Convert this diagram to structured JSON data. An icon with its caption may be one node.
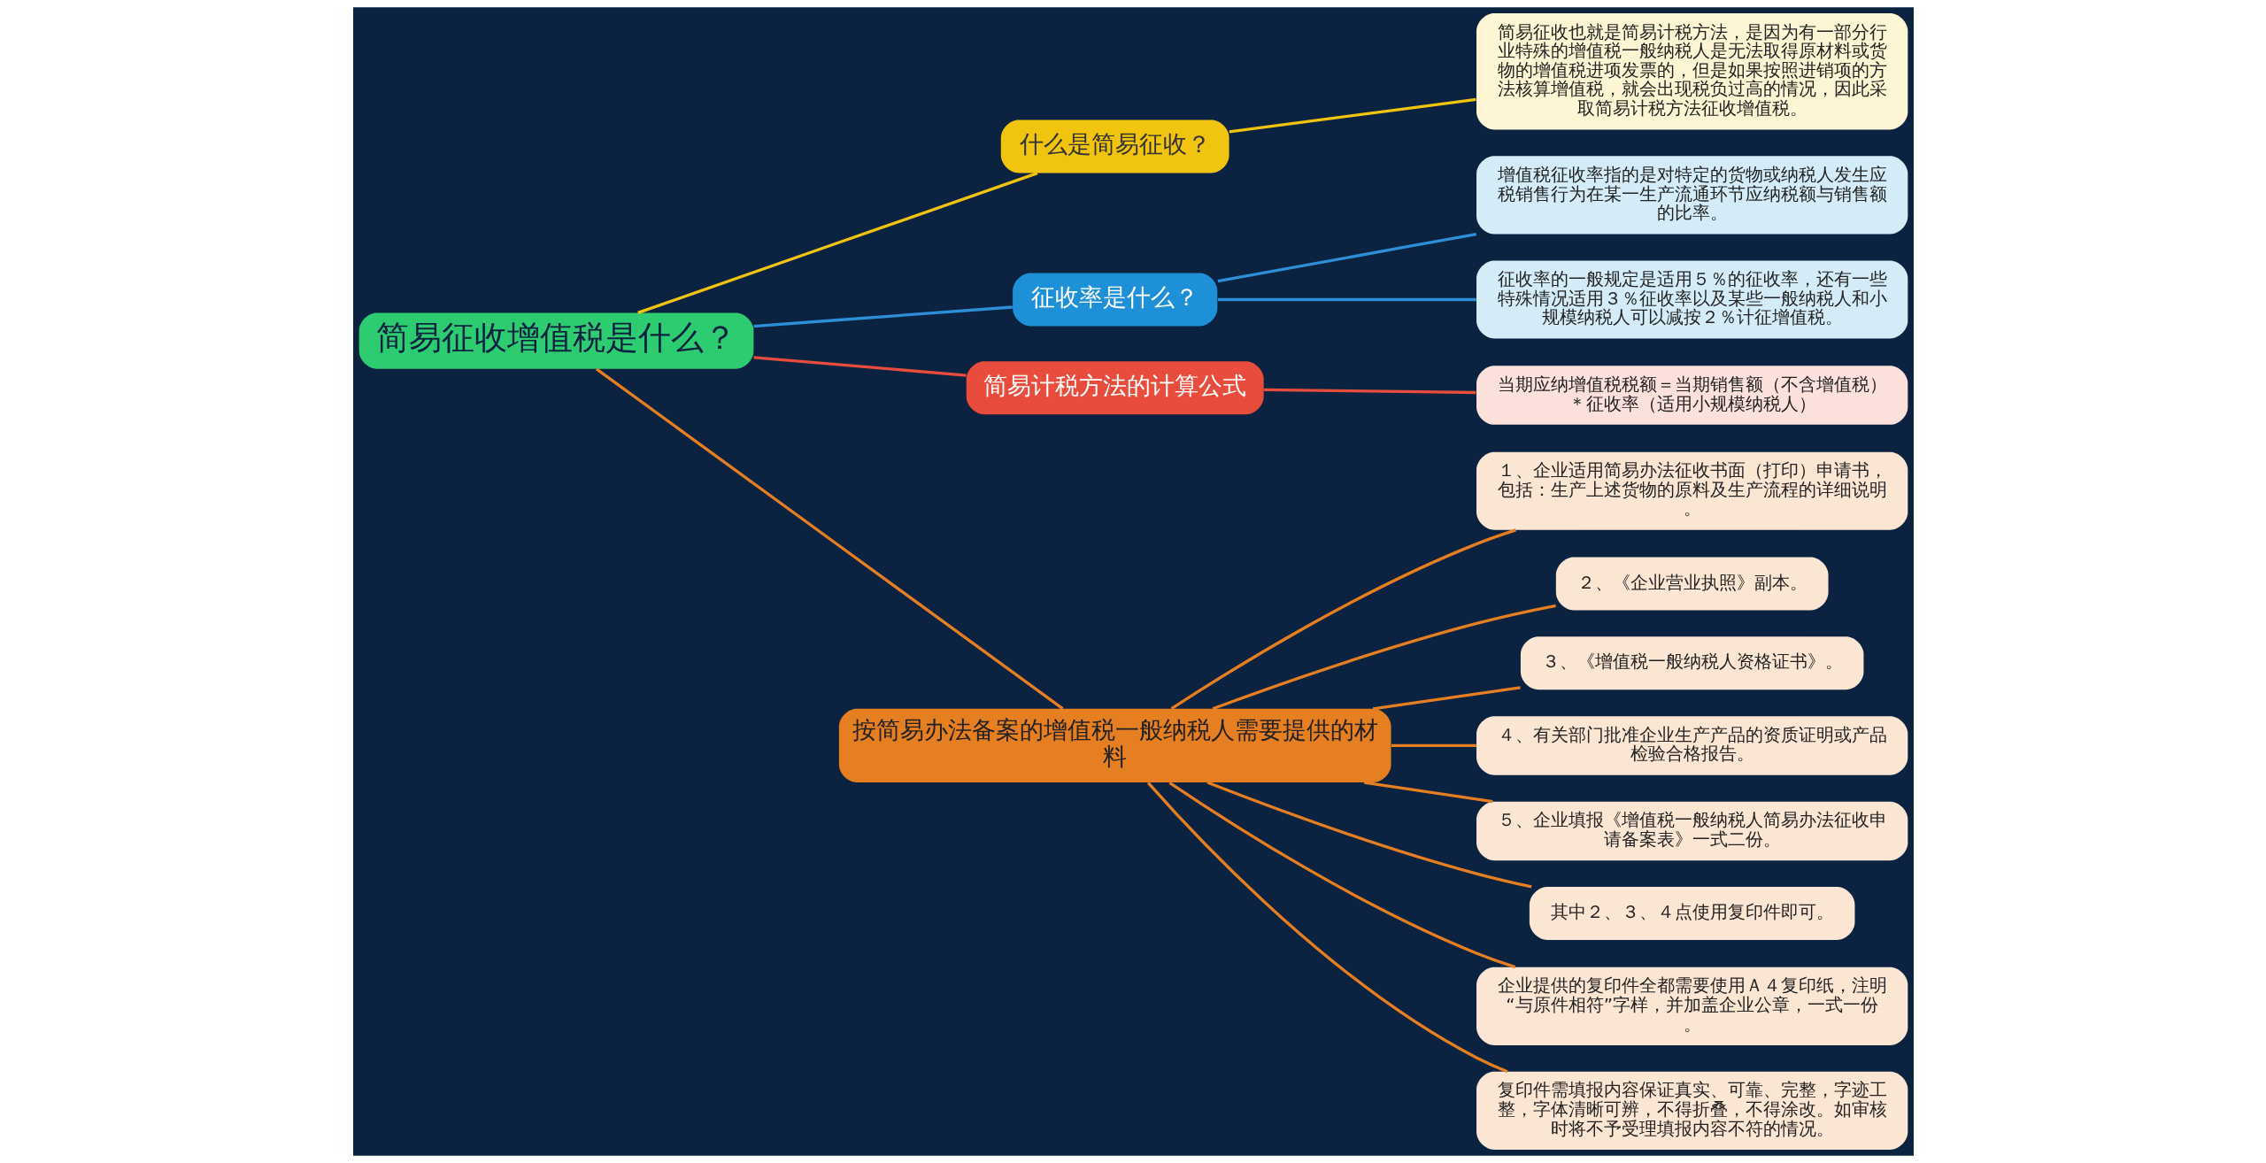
{
  "diagram": {
    "nodes": [
      {
        "text": [
          "简易征收增值税是什么？"
        ]
      },
      {
        "text": [
          "什么是简易征收？"
        ]
      },
      {
        "text": [
          "简易征收也就是简易计税方法，是因为有一部分行业特殊的增值税一般纳税人是无法取得原材料或货物的增值税进项发票的，但是如果按照进销项的方法核算增值税，就会出现税负过高的情况，因此采取简易计税方法征收增值税。"
        ]
      },
      {
        "text": [
          "征收率是什么？"
        ]
      },
      {
        "text": [
          "增值税征收率指的是对特定的货物或纳税人发生应税销售行为在某一生产流通环节应纳税额与销售额的比率。"
        ]
      },
      {
        "text": [
          "征收率的一般规定是适用５％的征收率，还有一些特殊情况适用３％征收率以及某些一般纳税人和小规模纳税人可以减按２％计征增值税。"
        ]
      },
      {
        "text": [
          "简易计税方法的计算公式"
        ]
      },
      {
        "text": [
          "当期应纳增值税税额＝当期销售额（不含增值税）＊征收率（适用小规模纳税人）"
        ]
      },
      {
        "text": [
          "按简易办法备案的增值税一般纳税人需要提供的材料"
        ]
      },
      {
        "text": [
          "１、企业适用简易办法征收书面（打印）申请书，包括：生产上述货物的原料及生产流程的详细说明。"
        ]
      },
      {
        "text": [
          "２、《企业营业执照》副本。"
        ]
      },
      {
        "text": [
          "３、《增值税一般纳税人资格证书》。"
        ]
      },
      {
        "text": [
          "４、有关部门批准企业生产产品的资质证明或产品检验合格报告。"
        ]
      },
      {
        "text": [
          "５、企业填报《增值税一般纳税人简易办法征收申请备案表》一式二份。"
        ]
      },
      {
        "text": [
          "其中２、３、４点使用复印件即可。"
        ]
      },
      {
        "text": [
          "企业提供的复印件全都需要使用Ａ４复印纸，注明“与原件相符”字样，并加盖企业公章，一式一份。"
        ]
      },
      {
        "text": [
          "复印件需填报内容保证真实、可靠、完整，字迹工整，字体清晰可辨，不得折叠，不得涂改。如审核时将不予受理填报内容不符的情况。"
        ]
      }
    ],
    "edges": [
      {
        "from": 0,
        "to": 1,
        "arrow": "none",
        "color": "#f1c40f"
      },
      {
        "from": 1,
        "to": 2,
        "arrow": "none",
        "color": "#f1c40f"
      },
      {
        "from": 0,
        "to": 3,
        "arrow": "none",
        "color": "#2e8fd8"
      },
      {
        "from": 3,
        "to": 4,
        "arrow": "none",
        "color": "#2e8fd8"
      },
      {
        "from": 3,
        "to": 5,
        "arrow": "none",
        "color": "#2e8fd8"
      },
      {
        "from": 0,
        "to": 6,
        "arrow": "none",
        "color": "#e74c3c"
      },
      {
        "from": 6,
        "to": 7,
        "arrow": "none",
        "color": "#e74c3c"
      },
      {
        "from": 0,
        "to": 8,
        "arrow": "none",
        "color": "#e67e22"
      },
      {
        "from": 8,
        "to": 9,
        "arrow": "none",
        "color": "#e67e22"
      },
      {
        "from": 8,
        "to": 10,
        "arrow": "none",
        "color": "#e67e22"
      },
      {
        "from": 8,
        "to": 11,
        "arrow": "none",
        "color": "#e67e22"
      },
      {
        "from": 8,
        "to": 12,
        "arrow": "none",
        "color": "#e67e22"
      },
      {
        "from": 8,
        "to": 13,
        "arrow": "none",
        "color": "#e67e22"
      },
      {
        "from": 8,
        "to": 14,
        "arrow": "none",
        "color": "#e67e22"
      },
      {
        "from": 8,
        "to": 15,
        "arrow": "none",
        "color": "#e67e22"
      },
      {
        "from": 8,
        "to": 16,
        "arrow": "none",
        "color": "#e67e22"
      }
    ]
  }
}
